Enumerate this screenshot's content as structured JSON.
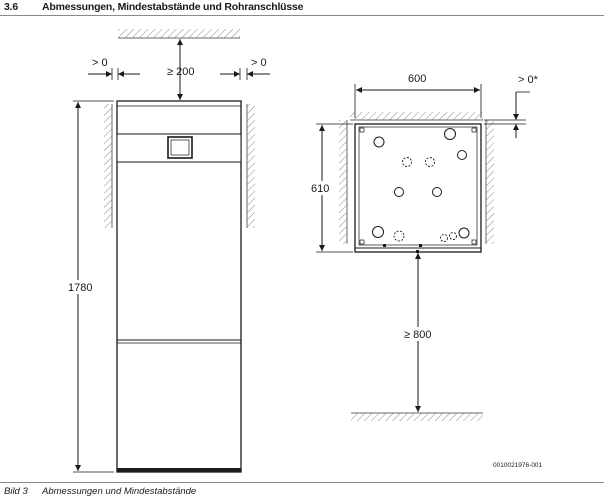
{
  "header": {
    "number": "3.6",
    "title": "Abmessungen, Mindestabstände und Rohranschlüsse"
  },
  "figure": {
    "front_view": {
      "clear_left": "> 0",
      "clear_top": "≥ 200",
      "clear_right": "> 0",
      "height": "1780"
    },
    "top_view": {
      "width": "600",
      "depth": "610",
      "clear_back": "> 0*",
      "clear_front": "≥ 800"
    },
    "image_code": "0010021976-001"
  },
  "caption": {
    "number": "Bild 3",
    "text": "Abmessungen und Mindestabstände"
  }
}
